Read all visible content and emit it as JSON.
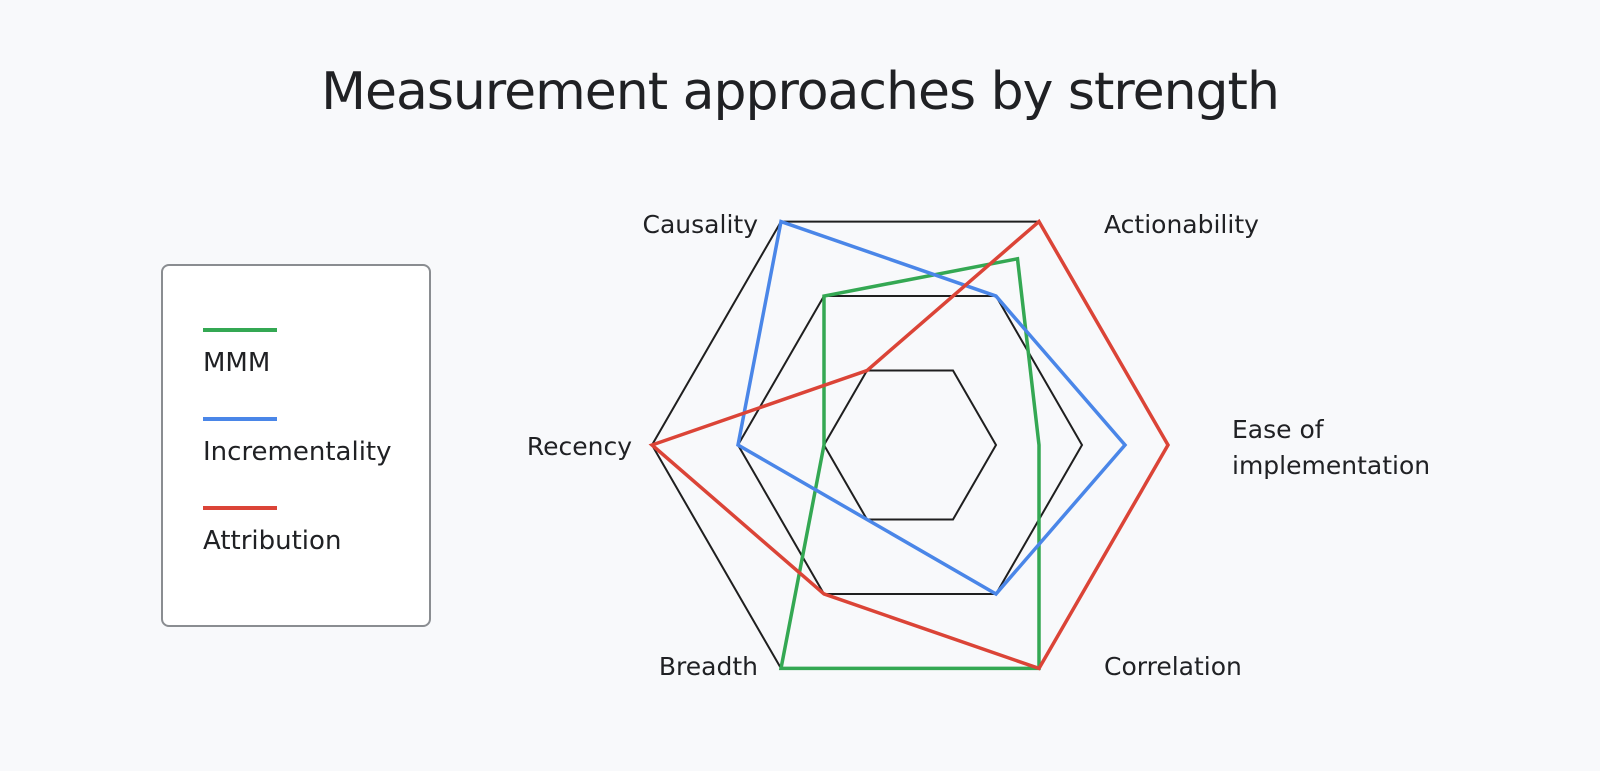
{
  "chart_data": {
    "type": "radar",
    "title": "Measurement approaches by strength",
    "axes": [
      [
        "Actionability"
      ],
      [
        "Ease of",
        "implementation"
      ],
      [
        "Correlation"
      ],
      [
        "Breadth"
      ],
      [
        "Recency"
      ],
      [
        "Causality"
      ]
    ],
    "rlim": [
      0,
      3
    ],
    "grid_levels": [
      1,
      2,
      3
    ],
    "series": [
      {
        "name": "MMM",
        "color": "#34a853",
        "values": [
          2.5,
          1.5,
          3,
          3,
          1,
          2
        ]
      },
      {
        "name": "Incrementality",
        "color": "#4a86e8",
        "values": [
          2,
          2.5,
          2,
          1,
          2,
          3
        ]
      },
      {
        "name": "Attribution",
        "color": "#db4437",
        "values": [
          3,
          3,
          3,
          2,
          3,
          1
        ]
      }
    ],
    "legend_position": "left"
  }
}
